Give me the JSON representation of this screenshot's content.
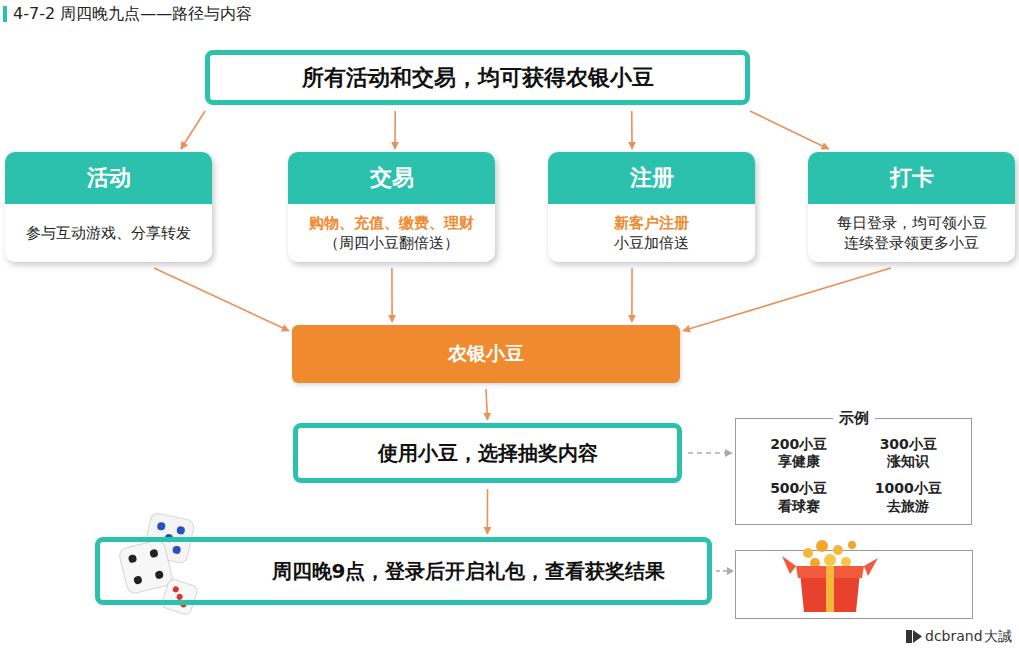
{
  "diagram": {
    "title": "4-7-2 周四晚九点——路径与内容",
    "nodes": [
      {
        "text": [
          "所有活动和交易，均可获得农银小豆"
        ]
      },
      {
        "text": [
          "活动",
          "参与互动游戏、分享转发"
        ]
      },
      {
        "text": [
          "交易",
          "购物、充值、缴费、理财",
          "（周四小豆翻倍送）"
        ]
      },
      {
        "text": [
          "注册",
          "新客户注册",
          "小豆加倍送"
        ]
      },
      {
        "text": [
          "打卡",
          "每日登录，均可领小豆 连续登录领更多小豆"
        ]
      },
      {
        "text": [
          "农银小豆"
        ]
      },
      {
        "text": [
          "使用小豆，选择抽奖内容"
        ]
      },
      {
        "text": [
          "周四晚9点，登录后开启礼包，查看获奖结果"
        ]
      },
      {
        "text": [
          "示例",
          "200小豆 享健康",
          "300小豆 涨知识",
          "500小豆 看球赛",
          "1000小豆 去旅游"
        ]
      }
    ],
    "edges": [
      {
        "from": 0,
        "to": 1,
        "arrow": "to"
      },
      {
        "from": 0,
        "to": 2,
        "arrow": "to"
      },
      {
        "from": 0,
        "to": 3,
        "arrow": "to"
      },
      {
        "from": 0,
        "to": 4,
        "arrow": "to"
      },
      {
        "from": 1,
        "to": 5,
        "arrow": "to"
      },
      {
        "from": 2,
        "to": 5,
        "arrow": "to"
      },
      {
        "from": 3,
        "to": 5,
        "arrow": "to"
      },
      {
        "from": 4,
        "to": 5,
        "arrow": "to"
      },
      {
        "from": 5,
        "to": 6,
        "arrow": "to"
      },
      {
        "from": 6,
        "to": 7,
        "arrow": "to"
      },
      {
        "from": 6,
        "to": 8,
        "arrow": "to"
      }
    ],
    "labels": [
      "dcbrand",
      "大誠"
    ]
  }
}
